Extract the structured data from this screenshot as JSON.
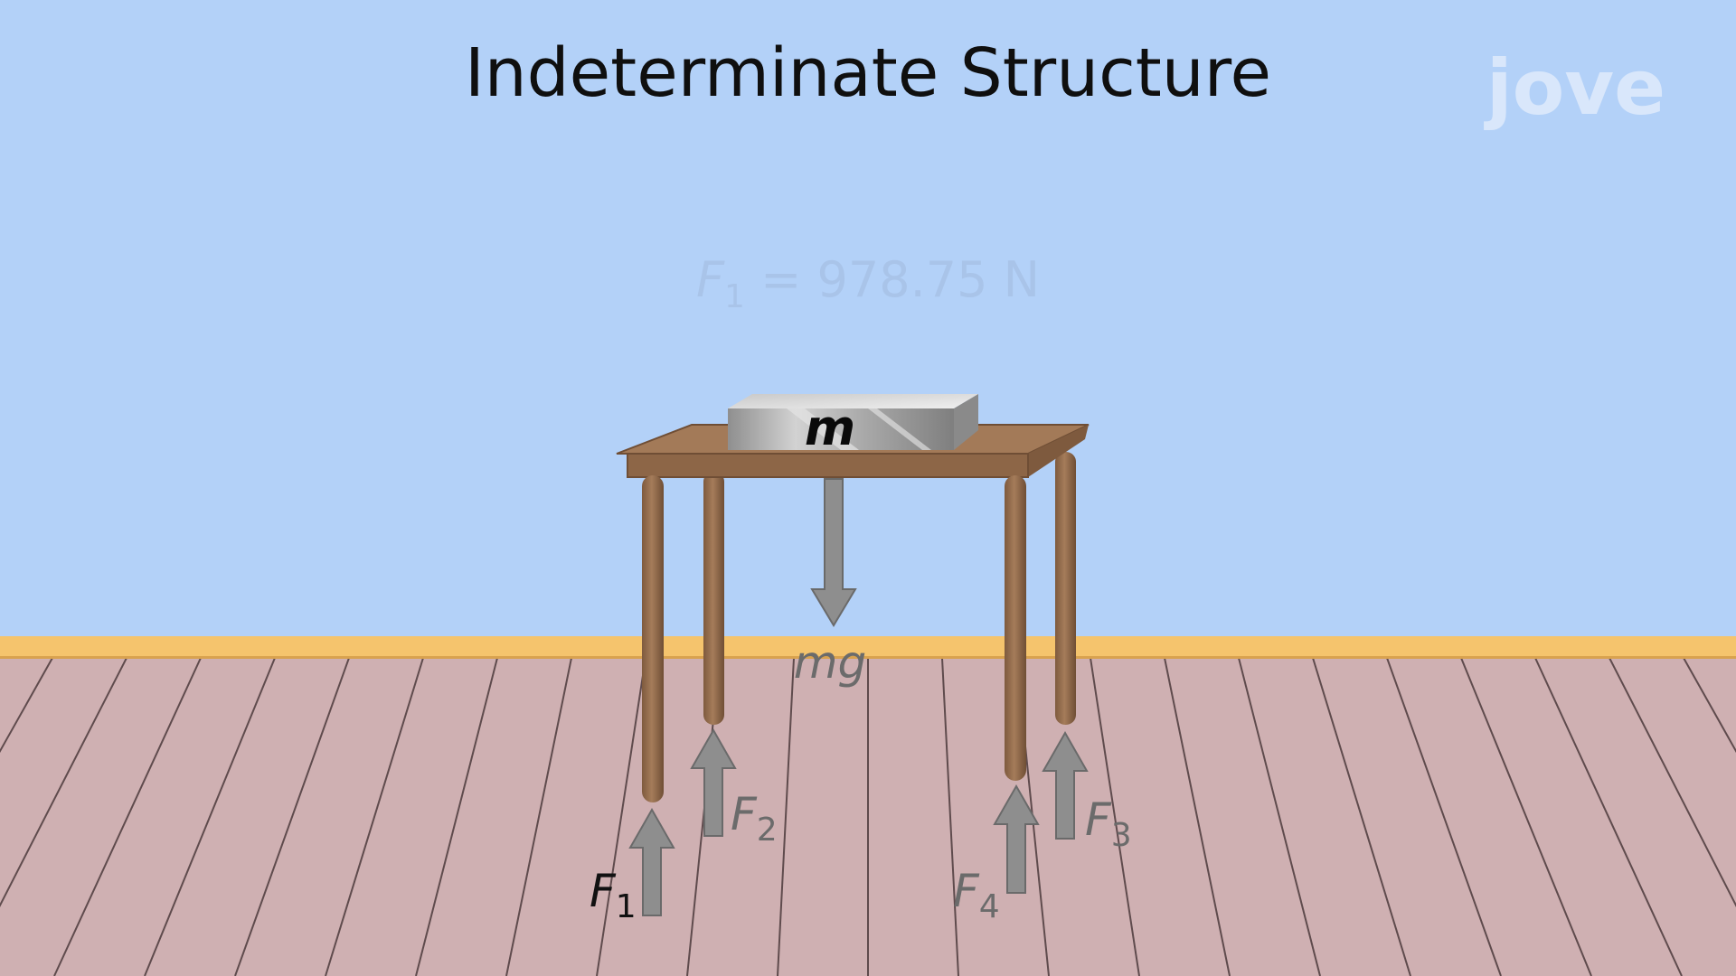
{
  "title": "Indeterminate Structure",
  "equation": {
    "symbol": "F",
    "subscript": "1",
    "rest": " = 978.75 N"
  },
  "mass_label": "m",
  "weight_label": "mg",
  "forces": [
    {
      "symbol": "F",
      "subscript": "1",
      "color": "#111111"
    },
    {
      "symbol": "F",
      "subscript": "2",
      "color": "#6b6b6b"
    },
    {
      "symbol": "F",
      "subscript": "3",
      "color": "#6b6b6b"
    },
    {
      "symbol": "F",
      "subscript": "4",
      "color": "#6b6b6b"
    }
  ],
  "logo": "jove",
  "colors": {
    "sky": "#b3d1f8",
    "baseboard": "#f5c46d",
    "floor": "#cfb0b2",
    "table": "#9e7352",
    "arrow": "#8e8e8e"
  }
}
